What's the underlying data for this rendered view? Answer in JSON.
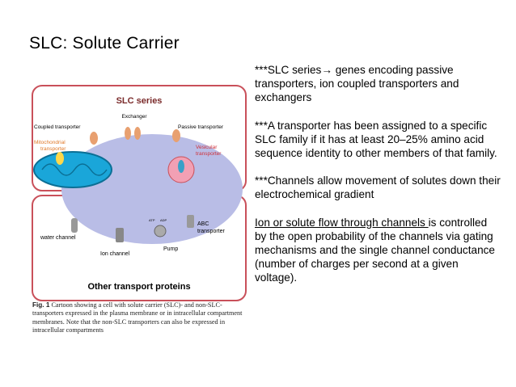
{
  "slide": {
    "title": "SLC: Solute Carrier"
  },
  "notes": {
    "p1_a": "***SLC series",
    "p1_arrow": "→",
    "p1_b": " genes encoding passive transporters, ion coupled transporters and exchangers",
    "p2": "***A transporter has been assigned to a specific SLC family if it has at least 20–25% amino acid sequence identity to other members of that family.",
    "p3": "***Channels allow movement of solutes down their electrochemical gradient",
    "p4_underlined": "Ion or solute flow through channels ",
    "p4_rest": "is controlled by the open probability of the channels via gating mechanisms and the single channel conductance (number of charges per second at a given voltage)."
  },
  "figure": {
    "top_title": "SLC series",
    "bottom_title": "Other transport proteins",
    "labels": {
      "exchanger": "Exchanger",
      "coupled": "Coupled transporter",
      "passive": "Passive transporter",
      "mito_1": "Mitochondrial",
      "mito_2": "transporter",
      "vesicular_1": "Vesicular",
      "vesicular_2": "transporter",
      "water": "water channel",
      "ion": "Ion channel",
      "pump": "Pump",
      "abc_1": "ABC",
      "abc_2": "transporter",
      "atp": "ATP",
      "adp": "ADP"
    },
    "caption_label": "Fig. 1",
    "caption_text": " Cartoon showing a cell with solute carrier (SLC)- and non-SLC-transporters expressed in the plasma membrane or in intracellular compartment membranes. Note that the non-SLC transporters can also be expressed in intracellular compartments"
  },
  "colors": {
    "box_border": "#c9505a",
    "cell_fill": "#b9bde6",
    "mito_fill": "#1aa6d9",
    "vesicle_fill": "#f2a0b4",
    "top_title_color": "#7a2a2a",
    "orange_label": "#e07a2a",
    "red_label": "#d0303a"
  }
}
